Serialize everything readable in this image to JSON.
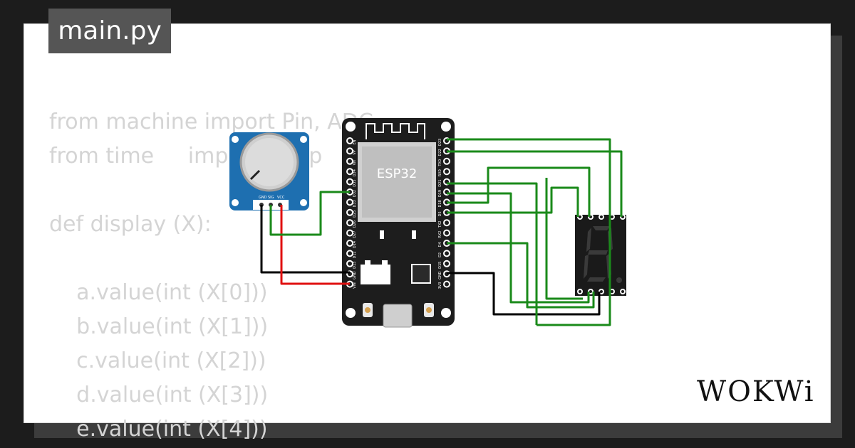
{
  "file_tab": {
    "label": "main.py"
  },
  "code_lines": [
    "from machine import Pin, ADC",
    "from time     import sleep",
    "",
    "def display (X):",
    "",
    "",
    "    a.value(int (X[0]))",
    "    b.value(int (X[1]))",
    "    c.value(int (X[2]))",
    "    d.value(int (X[3]))",
    "    e.value(int (X[4]))"
  ],
  "esp32": {
    "label": "ESP32",
    "left_pins": [
      "EN",
      "VP",
      "VN",
      "D34",
      "D35",
      "D32",
      "D33",
      "D25",
      "D26",
      "D27",
      "D14",
      "D12",
      "D13",
      "GND",
      "VIN"
    ],
    "right_pins": [
      "D23",
      "D22",
      "TX0",
      "RX0",
      "D21",
      "D19",
      "D18",
      "D5",
      "TX2",
      "RX2",
      "D4",
      "D2",
      "D15",
      "GND",
      "3V3"
    ]
  },
  "potentiometer": {
    "pins": [
      "GND",
      "SIG",
      "VCC"
    ]
  },
  "brand": {
    "name": "WOKWi"
  },
  "colors": {
    "wire_green": "#1a8a1a",
    "wire_red": "#e01010",
    "wire_black": "#000000",
    "board": "#1d1d1d",
    "pot_blue": "#1e6fb0",
    "code_text": "#d4d4d4"
  }
}
